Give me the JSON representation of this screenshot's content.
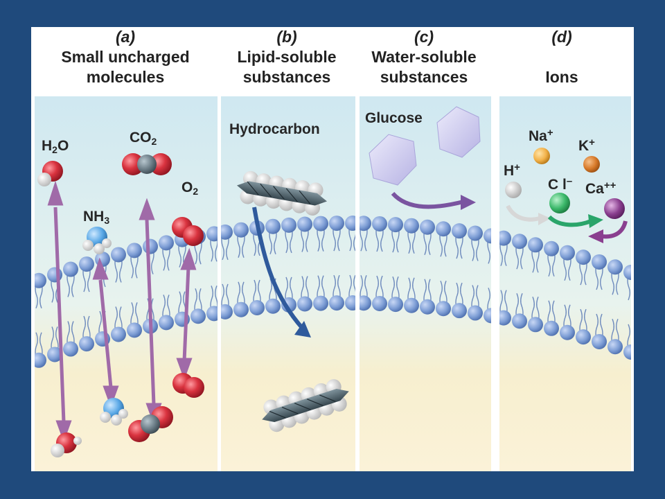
{
  "panels": [
    {
      "letter": "(a)",
      "title_line1": "Small uncharged",
      "title_line2": "molecules"
    },
    {
      "letter": "(b)",
      "title_line1": "Lipid-soluble",
      "title_line2": "substances"
    },
    {
      "letter": "(c)",
      "title_line1": "Water-soluble",
      "title_line2": "substances"
    },
    {
      "letter": "(d)",
      "title_line1": "",
      "title_line2": "Ions"
    }
  ],
  "molecules": {
    "h2o": {
      "base": "H",
      "sub": "2",
      "rest": "O"
    },
    "nh3": {
      "base": "NH",
      "sub": "3"
    },
    "co2": {
      "base": "CO",
      "sub": "2"
    },
    "o2": {
      "base": "O",
      "sub": "2"
    },
    "hydrocarbon": "Hydrocarbon",
    "glucose": "Glucose"
  },
  "ions": {
    "na": {
      "base": "Na",
      "sup": "+"
    },
    "k": {
      "base": "K",
      "sup": "+"
    },
    "h": {
      "base": "H",
      "sup": "+"
    },
    "cl": {
      "base": "C l",
      "sup": "–"
    },
    "ca": {
      "base": "Ca",
      "sup": "++"
    }
  },
  "colors": {
    "background": "#1f4a7c",
    "lipid_head": "#7f9fd6",
    "arrow_purple": "#a06aa8",
    "arrow_blue": "#2f5a9c",
    "oxygen_red": "#d9333f",
    "carbon_gray": "#6b7c86",
    "nitrogen_blue": "#5aa8e6",
    "glucose_lavender": "#c8c6ec",
    "na_orange": "#f2b24a",
    "k_orange": "#d87a2a",
    "cl_green": "#3bb86a",
    "ca_purple": "#8a3f8f"
  }
}
